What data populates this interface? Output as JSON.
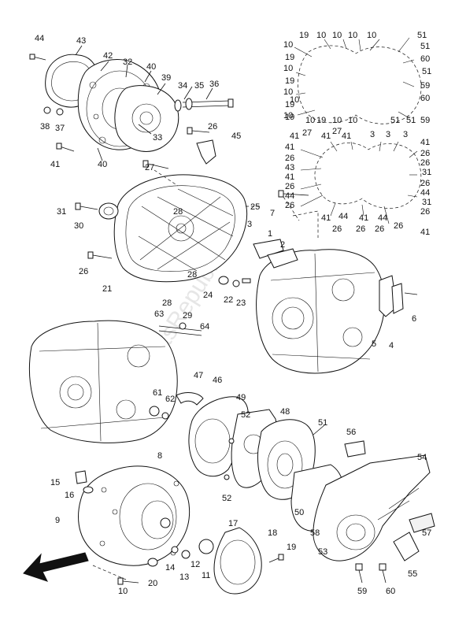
{
  "watermark": "PartsRepublik",
  "callouts": [
    {
      "n": "44",
      "name": "callout-44"
    },
    {
      "n": "43",
      "name": "callout-43"
    },
    {
      "n": "42",
      "name": "callout-42"
    },
    {
      "n": "32",
      "name": "callout-32"
    },
    {
      "n": "40",
      "name": "callout-40"
    },
    {
      "n": "39",
      "name": "callout-39"
    },
    {
      "n": "34",
      "name": "callout-34"
    },
    {
      "n": "35",
      "name": "callout-35"
    },
    {
      "n": "36",
      "name": "callout-36"
    },
    {
      "n": "38",
      "name": "callout-38"
    },
    {
      "n": "37",
      "name": "callout-37"
    },
    {
      "n": "33",
      "name": "callout-33"
    },
    {
      "n": "41",
      "name": "callout-41"
    },
    {
      "n": "40",
      "name": "callout-40b"
    },
    {
      "n": "27",
      "name": "callout-27"
    },
    {
      "n": "26",
      "name": "callout-26"
    },
    {
      "n": "45",
      "name": "callout-45"
    },
    {
      "n": "25",
      "name": "callout-25"
    },
    {
      "n": "7",
      "name": "callout-7"
    },
    {
      "n": "31",
      "name": "callout-31"
    },
    {
      "n": "30",
      "name": "callout-30"
    },
    {
      "n": "28",
      "name": "callout-28"
    },
    {
      "n": "3",
      "name": "callout-3"
    },
    {
      "n": "1",
      "name": "callout-1"
    },
    {
      "n": "2",
      "name": "callout-2"
    },
    {
      "n": "26",
      "name": "callout-26b"
    },
    {
      "n": "21",
      "name": "callout-21"
    },
    {
      "n": "28",
      "name": "callout-28b"
    },
    {
      "n": "28",
      "name": "callout-28c"
    },
    {
      "n": "24",
      "name": "callout-24"
    },
    {
      "n": "22",
      "name": "callout-22"
    },
    {
      "n": "23",
      "name": "callout-23"
    },
    {
      "n": "29",
      "name": "callout-29"
    },
    {
      "n": "63",
      "name": "callout-63"
    },
    {
      "n": "64",
      "name": "callout-64"
    },
    {
      "n": "6",
      "name": "callout-6"
    },
    {
      "n": "5",
      "name": "callout-5"
    },
    {
      "n": "4",
      "name": "callout-4"
    },
    {
      "n": "47",
      "name": "callout-47"
    },
    {
      "n": "46",
      "name": "callout-46"
    },
    {
      "n": "61",
      "name": "callout-61"
    },
    {
      "n": "62",
      "name": "callout-62"
    },
    {
      "n": "49",
      "name": "callout-49"
    },
    {
      "n": "52",
      "name": "callout-52"
    },
    {
      "n": "48",
      "name": "callout-48"
    },
    {
      "n": "51",
      "name": "callout-51"
    },
    {
      "n": "56",
      "name": "callout-56"
    },
    {
      "n": "8",
      "name": "callout-8"
    },
    {
      "n": "15",
      "name": "callout-15"
    },
    {
      "n": "16",
      "name": "callout-16"
    },
    {
      "n": "52",
      "name": "callout-52b"
    },
    {
      "n": "54",
      "name": "callout-54"
    },
    {
      "n": "50",
      "name": "callout-50"
    },
    {
      "n": "9",
      "name": "callout-9"
    },
    {
      "n": "17",
      "name": "callout-17"
    },
    {
      "n": "18",
      "name": "callout-18"
    },
    {
      "n": "58",
      "name": "callout-58"
    },
    {
      "n": "57",
      "name": "callout-57"
    },
    {
      "n": "19",
      "name": "callout-19"
    },
    {
      "n": "53",
      "name": "callout-53"
    },
    {
      "n": "14",
      "name": "callout-14"
    },
    {
      "n": "12",
      "name": "callout-12"
    },
    {
      "n": "20",
      "name": "callout-20"
    },
    {
      "n": "13",
      "name": "callout-13"
    },
    {
      "n": "11",
      "name": "callout-11"
    },
    {
      "n": "10",
      "name": "callout-10"
    },
    {
      "n": "55",
      "name": "callout-55"
    },
    {
      "n": "59",
      "name": "callout-59"
    },
    {
      "n": "60",
      "name": "callout-60"
    }
  ],
  "gasket_a": {
    "left_labels": [
      "10",
      "19",
      "10",
      "19",
      "10",
      "19",
      "10",
      "10"
    ],
    "top_labels": [
      "19",
      "10",
      "10",
      "10",
      "10"
    ],
    "bottom_labels": [
      "19",
      "10",
      "19",
      "10",
      "10",
      "51",
      "51",
      "59"
    ],
    "right_labels": [
      "51",
      "51",
      "60",
      "51",
      "59",
      "60"
    ]
  },
  "gasket_b": {
    "top_labels": [
      "41",
      "27",
      "41",
      "27",
      "41",
      "3",
      "3",
      "3"
    ],
    "left_labels": [
      "41",
      "26",
      "43",
      "41",
      "26",
      "44",
      "26"
    ],
    "right_labels": [
      "41",
      "26",
      "26",
      "31",
      "26",
      "44",
      "31",
      "26",
      "41"
    ],
    "bottom_labels": [
      "41",
      "44",
      "41",
      "26",
      "44",
      "26",
      "26",
      "26"
    ]
  }
}
